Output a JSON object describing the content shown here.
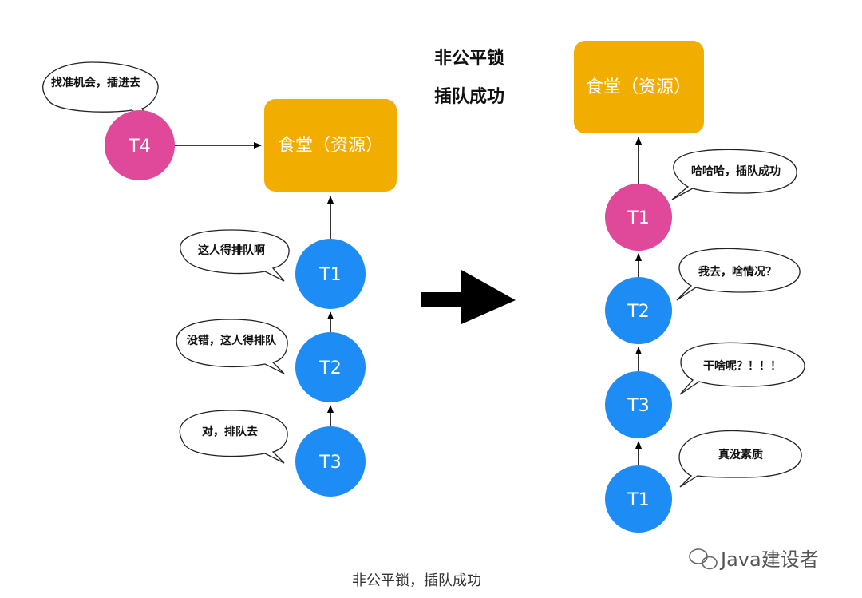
{
  "diagram": {
    "colors": {
      "resource": "#F2AE00",
      "node_blue": "#1E8CF5",
      "node_pink": "#E0489A",
      "arrow": "#000000",
      "bubble_fill": "#ffffff",
      "bubble_stroke": "#222222"
    },
    "left": {
      "resource_label": "食堂（资源）",
      "nodes": [
        {
          "id": "T4",
          "label": "T4",
          "color": "pink",
          "bubble": "找准机会，插进去"
        },
        {
          "id": "T1",
          "label": "T1",
          "color": "blue",
          "bubble": "这人得排队啊"
        },
        {
          "id": "T2",
          "label": "T2",
          "color": "blue",
          "bubble": "没错，这人得排队"
        },
        {
          "id": "T3",
          "label": "T3",
          "color": "blue",
          "bubble": "对，排队去"
        }
      ]
    },
    "title_lines": [
      "非公平锁",
      "插队成功"
    ],
    "right": {
      "resource_label": "食堂（资源）",
      "nodes": [
        {
          "label": "T1",
          "color": "pink",
          "bubble": "哈哈哈，插队成功"
        },
        {
          "label": "T2",
          "color": "blue",
          "bubble": "我去，啥情况？"
        },
        {
          "label": "T3",
          "color": "blue",
          "bubble": "干啥呢？！！！"
        },
        {
          "label": "T1",
          "color": "blue",
          "bubble": "真没素质"
        }
      ]
    },
    "caption": "非公平锁，插队成功",
    "watermark": "Java建设者",
    "watermark_icon": "wechat-icon"
  }
}
